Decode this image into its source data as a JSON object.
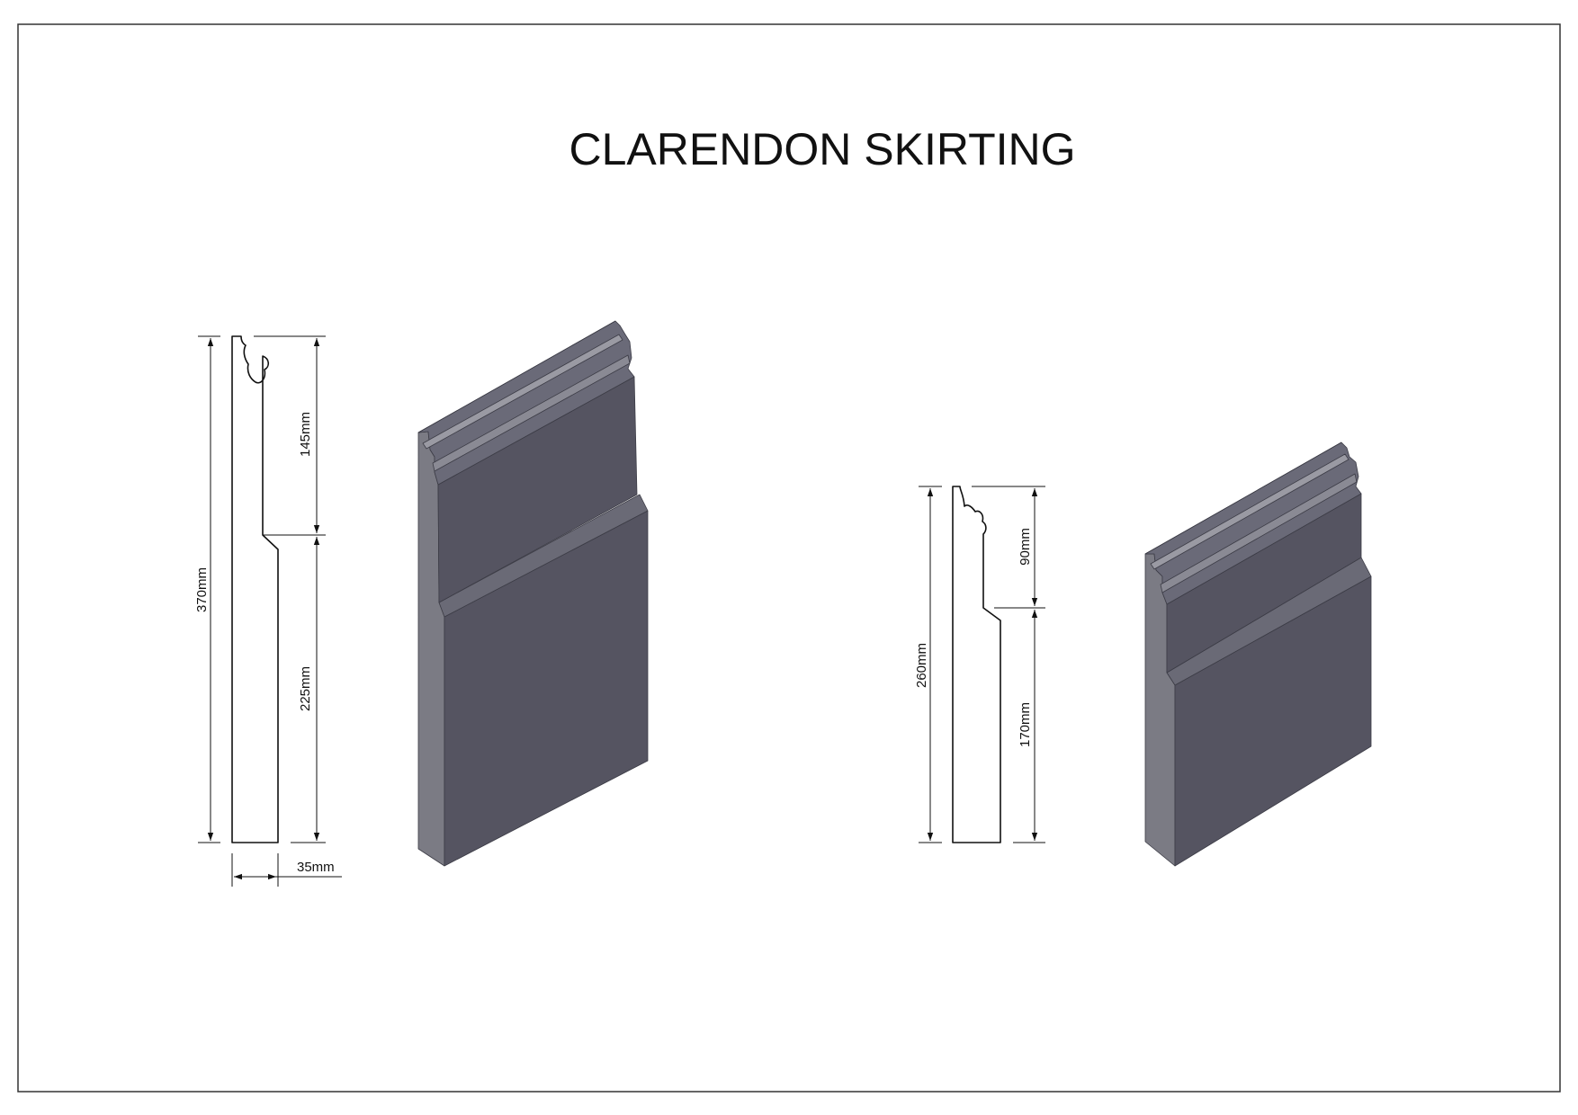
{
  "title": "CLARENDON SKIRTING",
  "colors": {
    "border": "#333333",
    "line": "#111111",
    "face": "#555461",
    "edge": "#7b7b84",
    "bevel": "#666673",
    "highlight": "#9a9aa3"
  },
  "profiles": [
    {
      "name": "370mm profile",
      "total_height": "370mm",
      "upper_height": "145mm",
      "lower_height": "225mm",
      "thickness": "35mm"
    },
    {
      "name": "260mm profile",
      "total_height": "260mm",
      "upper_height": "90mm",
      "lower_height": "170mm"
    }
  ]
}
